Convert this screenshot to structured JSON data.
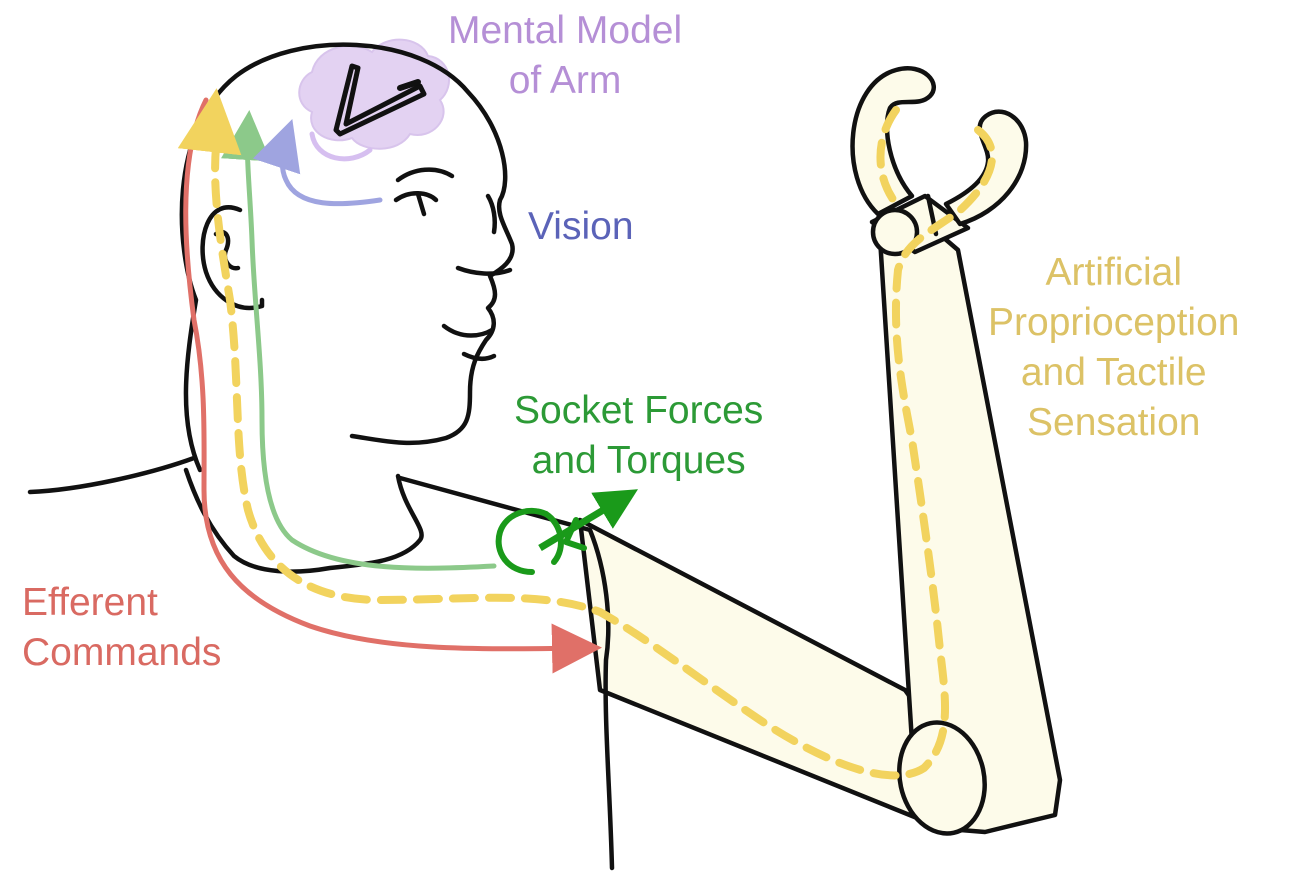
{
  "labels": {
    "mental_model": "Mental Model\nof Arm",
    "vision": "Vision",
    "artificial": "Artificial\nProprioception\nand Tactile\nSensation",
    "socket": "Socket Forces\nand Torques",
    "efferent": "Efferent\nCommands"
  },
  "colors": {
    "mental_model": "#b58fd6",
    "vision": "#5b63b8",
    "artificial": "#dcc266",
    "socket": "#2c9a36",
    "efferent": "#d96a62",
    "socket_sensor": "#1a9a1a",
    "proprio_path": "#f2d35e",
    "outline": "#111111",
    "thought_cloud": "#e3d2f2"
  },
  "icons": {
    "body": "human-head-and-torso-outline",
    "prosthesis": "prosthetic-arm-with-hook-gripper",
    "thought": "thought-cloud-icon"
  }
}
